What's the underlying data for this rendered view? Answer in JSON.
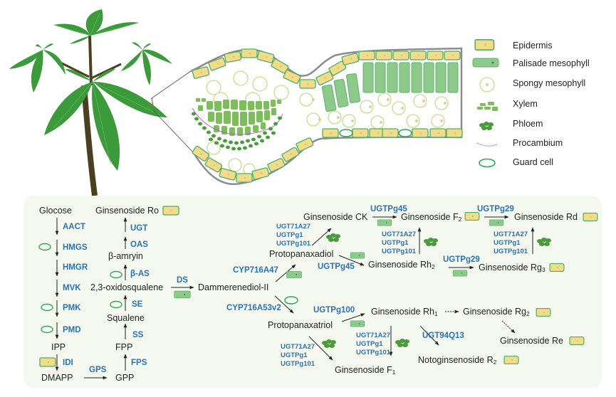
{
  "legend": {
    "items": [
      {
        "key": "epidermis",
        "label": "Epidermis"
      },
      {
        "key": "palisade",
        "label": "Palisade mesophyll"
      },
      {
        "key": "spongy",
        "label": "Spongy mesophyll"
      },
      {
        "key": "xylem",
        "label": "Xylem"
      },
      {
        "key": "phloem",
        "label": "Phloem"
      },
      {
        "key": "procambium",
        "label": "Procambium"
      },
      {
        "key": "guard",
        "label": "Guard cell"
      }
    ]
  },
  "colors": {
    "epidermis_fill": "#f2dc87",
    "cell_border": "#4caf6a",
    "palisade_fill": "#8cc98a",
    "spongy_border": "#c7dc8c",
    "nucleus": "#e8c8a0",
    "phloem": "#4b9a3c",
    "xylem": "#7cbf5a",
    "procambium": "#a65ac8",
    "enzyme_text": "#2a72b8",
    "panel_bg": "#f4f8ee",
    "leaf": "#3b9b3a",
    "stem": "#4a3f1f"
  },
  "pathway": {
    "mva": {
      "glucose": "Glocose",
      "aact": "AACT",
      "hmgs": "HMGS",
      "hmgr": "HMGR",
      "mvk": "MVK",
      "pmk": "PMK",
      "pmd": "PMD",
      "ipp": "IPP",
      "idi": "IDI",
      "dmapp": "DMAPP",
      "gps": "GPS",
      "gpp": "GPP",
      "fps": "FPS",
      "fpp": "FPP",
      "ss": "SS",
      "squalene": "Squalene",
      "se": "SE",
      "oxidosqualene": "2,3-oxidosqualene",
      "bas": "β-AS",
      "bamyrin": "β-amryin",
      "oas": "OAS",
      "ugt": "UGT",
      "ro": "Ginsenoside Ro",
      "ds": "DS",
      "dammerenediol": "Dammerenediol-II"
    },
    "ppd": {
      "cyp1": "CYP716A47",
      "ppd": "Protopanaxadiol",
      "ck": "Ginsenoside CK",
      "ugt_group_1": [
        "UGT71A27",
        "UGTPg1",
        "UGTPg101"
      ],
      "ugtpg45_a": "UGTPg45",
      "f2_base": "Ginsenoside F",
      "f2_sub": "2",
      "ugtpg29_a": "UGTPg29",
      "rd": "Ginsenoside Rd",
      "ugt_group_2": [
        "UGT71A27",
        "UGTPg1",
        "UGTPg101"
      ],
      "ugt_group_3": [
        "UGT71A27",
        "UGTPg1",
        "UGTPg101"
      ],
      "ugtpg45_b": "UGTPg45",
      "rh2_base": "Ginsenoside Rh",
      "rh2_sub": "2",
      "ugtpg29_b": "UGTPg29",
      "rg3_base": "Ginsenoside Rg",
      "rg3_sub": "3"
    },
    "ppt": {
      "cyp2": "CYP716A53v2",
      "ppt": "Protopanaxatriol",
      "ugtpg100": "UGTPg100",
      "rh1_base": "Ginsenoside Rh",
      "rh1_sub": "1",
      "rg2_base": "Ginsenoside Rg",
      "rg2_sub": "2",
      "re": "Ginsenoside Re",
      "ugt94q13": "UGT94Q13",
      "r2_base": "Notoginsenoside R",
      "r2_sub": "2",
      "ugt_group_4": [
        "UGT71A27",
        "UGTPg1",
        "UGTPg101"
      ],
      "ugt_group_5": [
        "UGT71A27",
        "UGTPg1",
        "UGTPg101"
      ],
      "f1_base": "Ginsenoside F",
      "f1_sub": "1"
    }
  }
}
